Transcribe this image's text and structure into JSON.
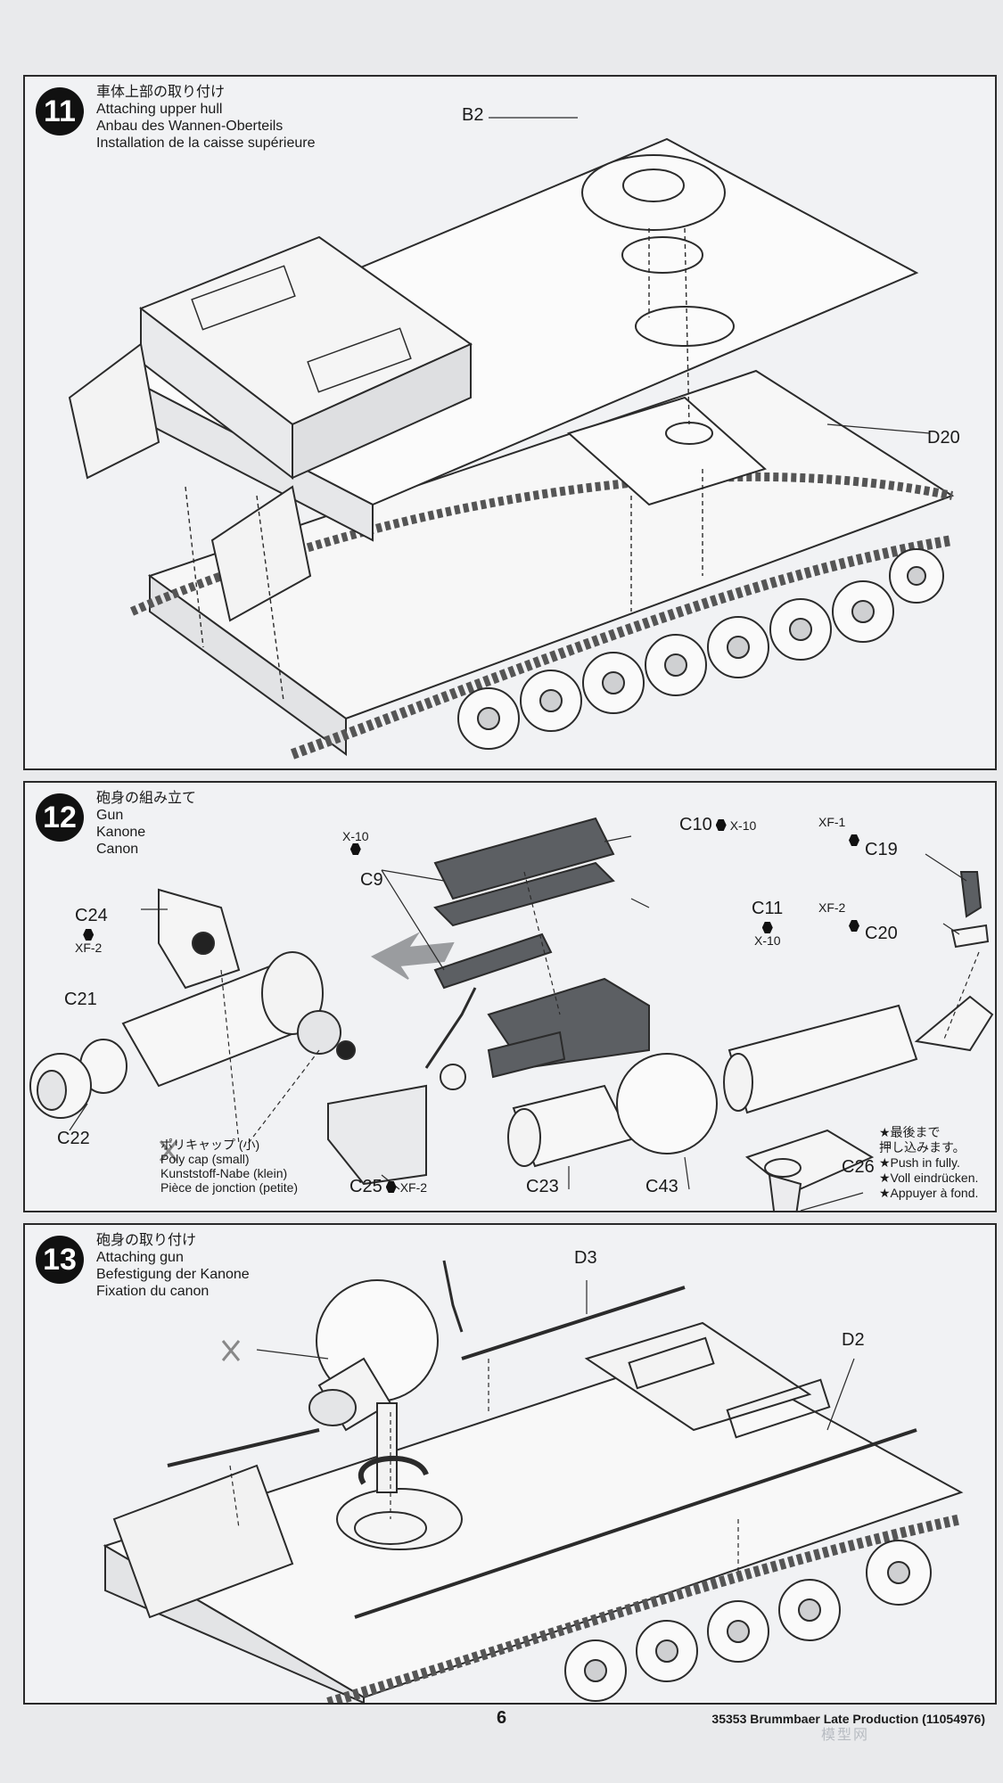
{
  "steps": {
    "s11": {
      "number": "11",
      "title_ja": "車体上部の取り付け",
      "title_en": "Attaching upper hull",
      "title_de": "Anbau des Wannen-Oberteils",
      "title_fr": "Installation de la caisse supérieure",
      "parts": {
        "b2": "B2",
        "d20": "D20"
      }
    },
    "s12": {
      "number": "12",
      "title_ja": "砲身の組み立て",
      "title_en": "Gun",
      "title_de": "Kanone",
      "title_fr": "Canon",
      "parts": {
        "c9": "C9",
        "c10": "C10",
        "c11": "C11",
        "c19": "C19",
        "c20": "C20",
        "c21": "C21",
        "c22": "C22",
        "c23": "C23",
        "c24": "C24",
        "c25": "C25",
        "c26": "C26",
        "c43": "C43"
      },
      "paints": {
        "c9": "X-10",
        "c10": "X-10",
        "c11": "X-10",
        "c19": "XF-1",
        "c20": "XF-2",
        "c24": "XF-2",
        "c25": "XF-2"
      },
      "polycap": {
        "ja": "ポリキャップ (小)",
        "en": "Poly cap (small)",
        "de": "Kunststoff-Nabe (klein)",
        "fr": "Pièce de jonction (petite)"
      },
      "push_note": {
        "ja1": "★最後まで",
        "ja2": "押し込みます。",
        "en": "★Push in fully.",
        "de": "★Voll eindrücken.",
        "fr": "★Appuyer à fond."
      }
    },
    "s13": {
      "number": "13",
      "title_ja": "砲身の取り付け",
      "title_en": "Attaching gun",
      "title_de": "Befestigung der Kanone",
      "title_fr": "Fixation du canon",
      "parts": {
        "d3": "D3",
        "d2": "D2"
      }
    }
  },
  "footer": {
    "page_number": "6",
    "code": "35353 Brummbaer Late Production (11054976)",
    "watermark": "模型网"
  }
}
